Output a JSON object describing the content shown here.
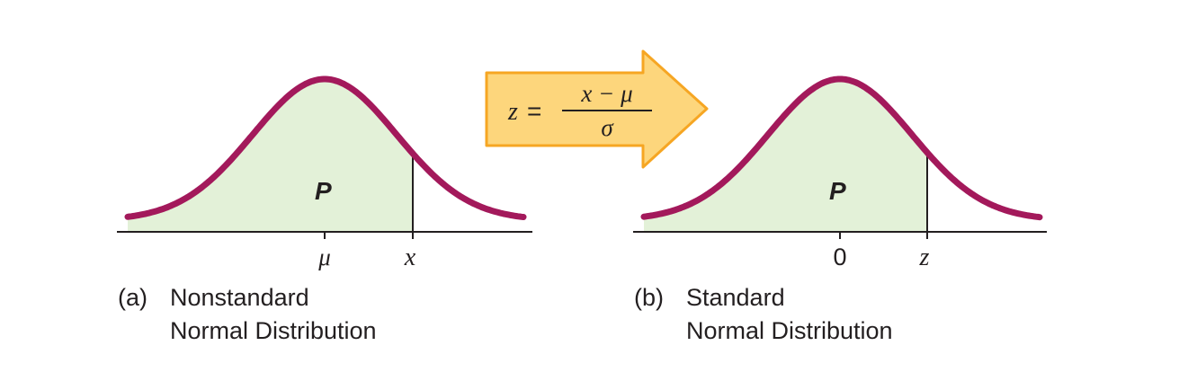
{
  "panel_a": {
    "caption_letter": "(a)",
    "caption_line1": "Nonstandard",
    "caption_line2": "Normal Distribution",
    "area_label": "P",
    "mean_tick": "μ",
    "value_tick": "x"
  },
  "panel_b": {
    "caption_letter": "(b)",
    "caption_line1": "Standard",
    "caption_line2": "Normal Distribution",
    "area_label": "P",
    "mean_tick": "0",
    "value_tick": "z"
  },
  "formula": {
    "lhs": "z",
    "equals": "=",
    "numerator": "x − μ",
    "denominator": "σ"
  },
  "colors": {
    "curve": "#a3195b",
    "fill": "#e3f1d8",
    "arrow_fill": "#fdd67c",
    "arrow_stroke": "#f6a623",
    "axis": "#231f20"
  }
}
